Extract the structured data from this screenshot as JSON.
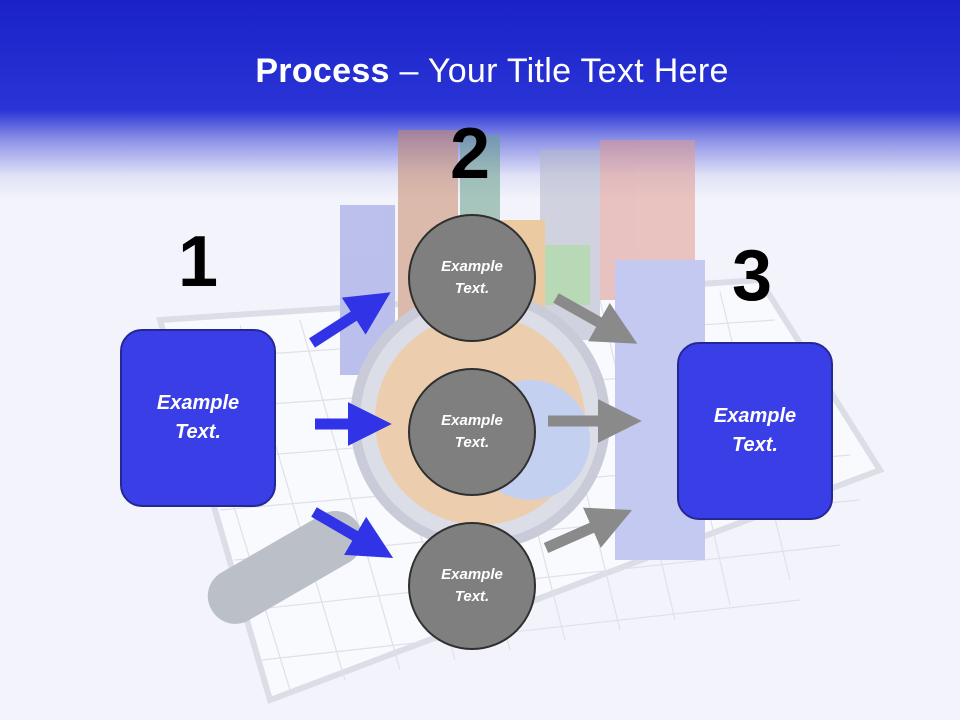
{
  "title": {
    "bold": "Process",
    "rest": " – Your Title Text Here"
  },
  "steps": {
    "one": {
      "number": "1",
      "text": "Example Text."
    },
    "two": {
      "number": "2"
    },
    "three": {
      "number": "3",
      "text": "Example Text."
    }
  },
  "circles": [
    {
      "text": "Example Text."
    },
    {
      "text": "Example Text."
    },
    {
      "text": "Example Text."
    }
  ],
  "colors": {
    "header": "#2a34d6",
    "box": "#3a3ee6",
    "circle": "#7f7f7f",
    "blue_arrow": "#3034e6",
    "gray_arrow": "#8a8a8a"
  }
}
